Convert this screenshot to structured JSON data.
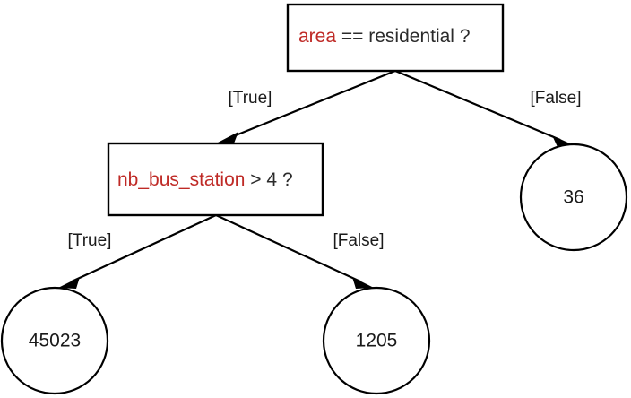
{
  "diagram": {
    "type": "decision-tree",
    "background_color": "#ffffff",
    "stroke_color": "#000000",
    "feature_color": "#bf2a26",
    "text_color": "#2b2b2b",
    "nodes": {
      "root": {
        "feature": "area",
        "operator": "==",
        "value": "residential",
        "suffix": "?",
        "shape": "rectangle"
      },
      "internal_1": {
        "feature": "nb_bus_station",
        "operator": ">",
        "value": "4",
        "suffix": "?",
        "shape": "rectangle"
      },
      "leaf_true_true": {
        "label": "45023",
        "shape": "circle"
      },
      "leaf_true_false": {
        "label": "1205",
        "shape": "circle"
      },
      "leaf_false": {
        "label": "36",
        "shape": "circle"
      }
    },
    "edges": [
      {
        "id": "root-true",
        "label": "[True]",
        "from": "root",
        "to": "internal_1"
      },
      {
        "id": "root-false",
        "label": "[False]",
        "from": "root",
        "to": "leaf_false"
      },
      {
        "id": "internal1-true",
        "label": "[True]",
        "from": "internal_1",
        "to": "leaf_true_true"
      },
      {
        "id": "internal1-false",
        "label": "[False]",
        "from": "internal_1",
        "to": "leaf_true_false"
      }
    ]
  }
}
